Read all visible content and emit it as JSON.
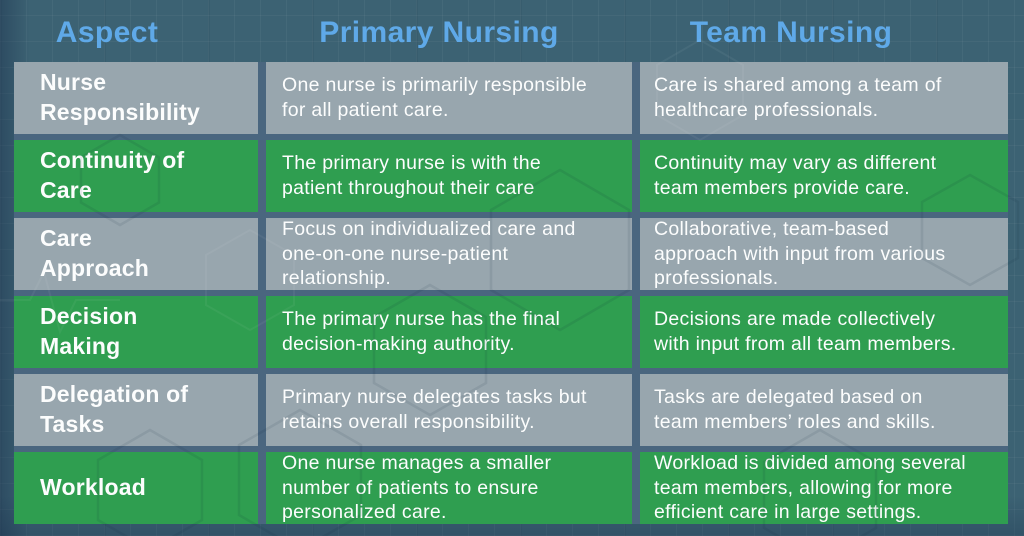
{
  "table": {
    "columns": [
      "Aspect",
      "Primary Nursing",
      "Team Nursing"
    ],
    "rows": [
      {
        "aspect": "Nurse Responsibility",
        "aspect_lines": [
          "Nurse",
          "Responsibility"
        ],
        "primary": "One nurse is primarily responsible for all patient care.",
        "team": "Care is shared among a team of healthcare professionals.",
        "variant": "gray"
      },
      {
        "aspect": "Continuity of Care",
        "aspect_lines": [
          "Continuity of",
          "Care"
        ],
        "primary": "The primary nurse is with the patient throughout their care",
        "team": "Continuity may vary as different team members provide care.",
        "variant": "green"
      },
      {
        "aspect": "Care Approach",
        "aspect_lines": [
          "Care",
          "Approach"
        ],
        "primary": "Focus on individualized care and one-on-one nurse-patient relationship.",
        "team": "Collaborative, team-based approach with input from various professionals.",
        "variant": "gray"
      },
      {
        "aspect": "Decision Making",
        "aspect_lines": [
          "Decision",
          "Making"
        ],
        "primary": "The primary nurse has the final decision-making authority.",
        "team": "Decisions are made collectively with input from all team members.",
        "variant": "green"
      },
      {
        "aspect": "Delegation of Tasks",
        "aspect_lines": [
          "Delegation of",
          "Tasks"
        ],
        "primary": "Primary nurse delegates tasks but retains overall responsibility.",
        "team": "Tasks are delegated based on team members’ roles and skills.",
        "variant": "gray"
      },
      {
        "aspect": "Workload",
        "aspect_lines": [
          "Workload"
        ],
        "primary": "One nurse manages a smaller number of patients to ensure personalized care.",
        "team": "Workload is divided among several team members, allowing for more efficient care in large settings.",
        "variant": "green"
      }
    ]
  },
  "colors": {
    "background": "#3C6273",
    "header_text": "#5FA9E8",
    "row_gray": "#98A6AE",
    "row_green": "#2F9E50",
    "table_frame": "#4A667F",
    "cell_text": "#FCFDFD"
  }
}
